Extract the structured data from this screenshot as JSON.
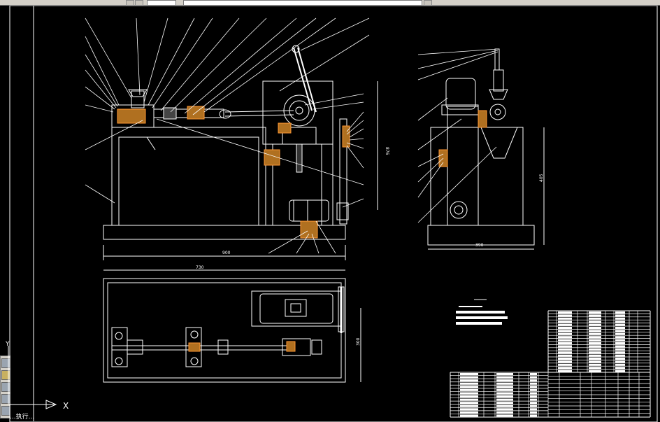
{
  "drawing": {
    "dimensions": {
      "main_width": "900",
      "main_height": "876",
      "side_width": "390",
      "side_height": "405",
      "plan_width": "730",
      "plan_height": "300"
    },
    "axis": {
      "x_label": "X",
      "y_label": "Y"
    }
  },
  "command_line": {
    "text": "...执行..."
  }
}
